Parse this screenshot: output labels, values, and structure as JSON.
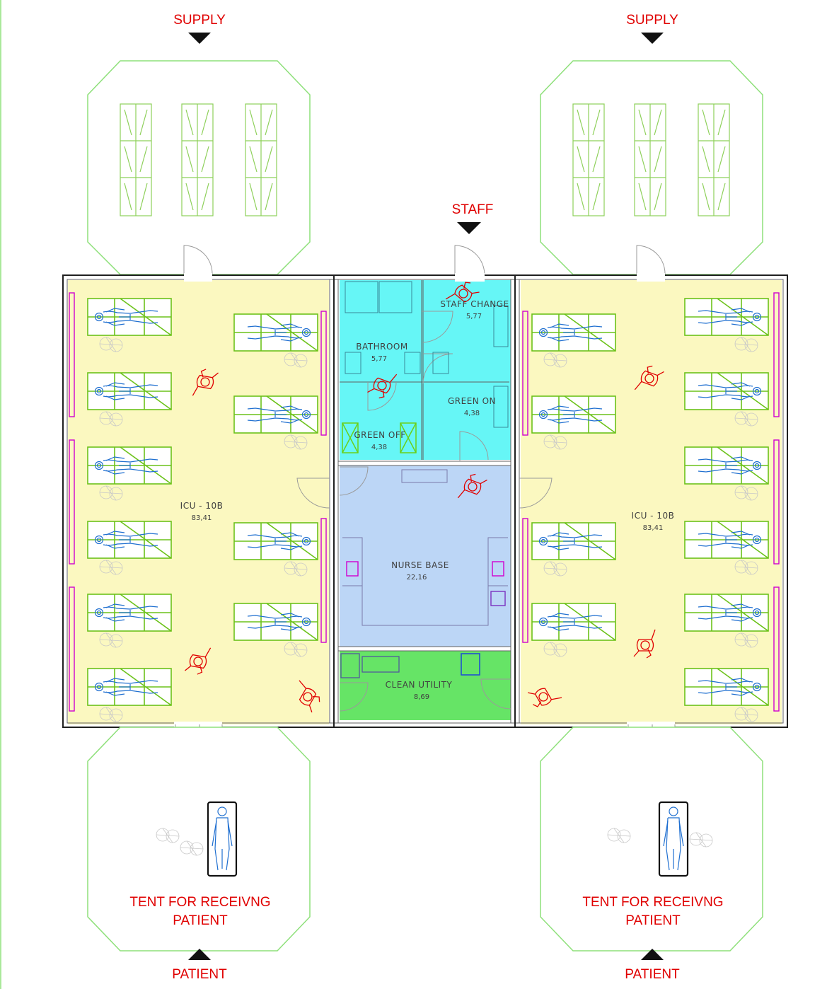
{
  "labels": {
    "supply_left": "SUPPLY",
    "supply_right": "SUPPLY",
    "staff": "STAFF",
    "tent_left_line1": "TENT FOR RECEIVNG",
    "tent_left_line2": "PATIENT",
    "tent_right_line1": "TENT FOR RECEIVNG",
    "tent_right_line2": "PATIENT",
    "patient_left": "PATIENT",
    "patient_right": "PATIENT"
  },
  "rooms": {
    "icu_left": {
      "name": "ICU - 10B",
      "area": "83,41"
    },
    "icu_right": {
      "name": "ICU - 10B",
      "area": "83,41"
    },
    "staff_change": {
      "name": "STAFF CHANGE",
      "area": "5,77"
    },
    "bathroom": {
      "name": "BATHROOM",
      "area": "5,77"
    },
    "green_on": {
      "name": "GREEN ON",
      "area": "4,38"
    },
    "green_off": {
      "name": "GREEN OFF",
      "area": "4,38"
    },
    "nurse_base": {
      "name": "NURSE BASE",
      "area": "22,16"
    },
    "clean_utility": {
      "name": "CLEAN UTILITY",
      "area": "8,69"
    }
  },
  "colors": {
    "icu_fill": "#fbf8c0",
    "staff_zone_fill": "#66f6f6",
    "nurse_base_fill": "#bcd6f6",
    "clean_utility_fill": "#66e466",
    "annotation_red": "#e00000",
    "tent_outline": "#8ee07a",
    "bed_outline": "#6cc21a",
    "patient_blue": "#1f6fd0",
    "equipment_magenta": "#d000d0"
  }
}
